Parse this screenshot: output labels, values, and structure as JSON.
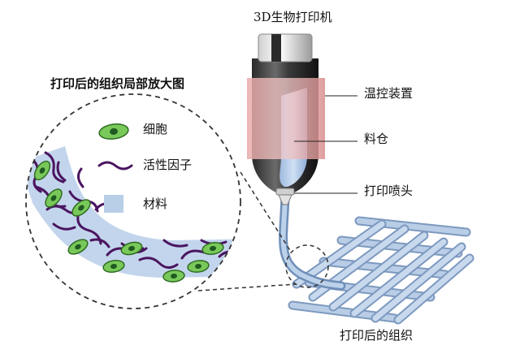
{
  "labels": {
    "printer_title": "3D生物打印机",
    "zoom_title": "打印后的组织局部放大图",
    "temperature_control": "温控装置",
    "material_chamber": "料仓",
    "print_nozzle": "打印喷头",
    "printed_tissue": "打印后的组织"
  },
  "legend": [
    {
      "label": "细胞",
      "icon": "cell-icon"
    },
    {
      "label": "活性因子",
      "icon": "active-factor-icon"
    },
    {
      "label": "材料",
      "icon": "material-swatch-icon"
    }
  ],
  "colors": {
    "material": "#b9cfe8",
    "cell_fill": "#79c95a",
    "cell_nucleus": "#1f5a20",
    "factor": "#4a1560",
    "heater": "#e6a0a0",
    "scaffold": "#a8c0dc"
  }
}
